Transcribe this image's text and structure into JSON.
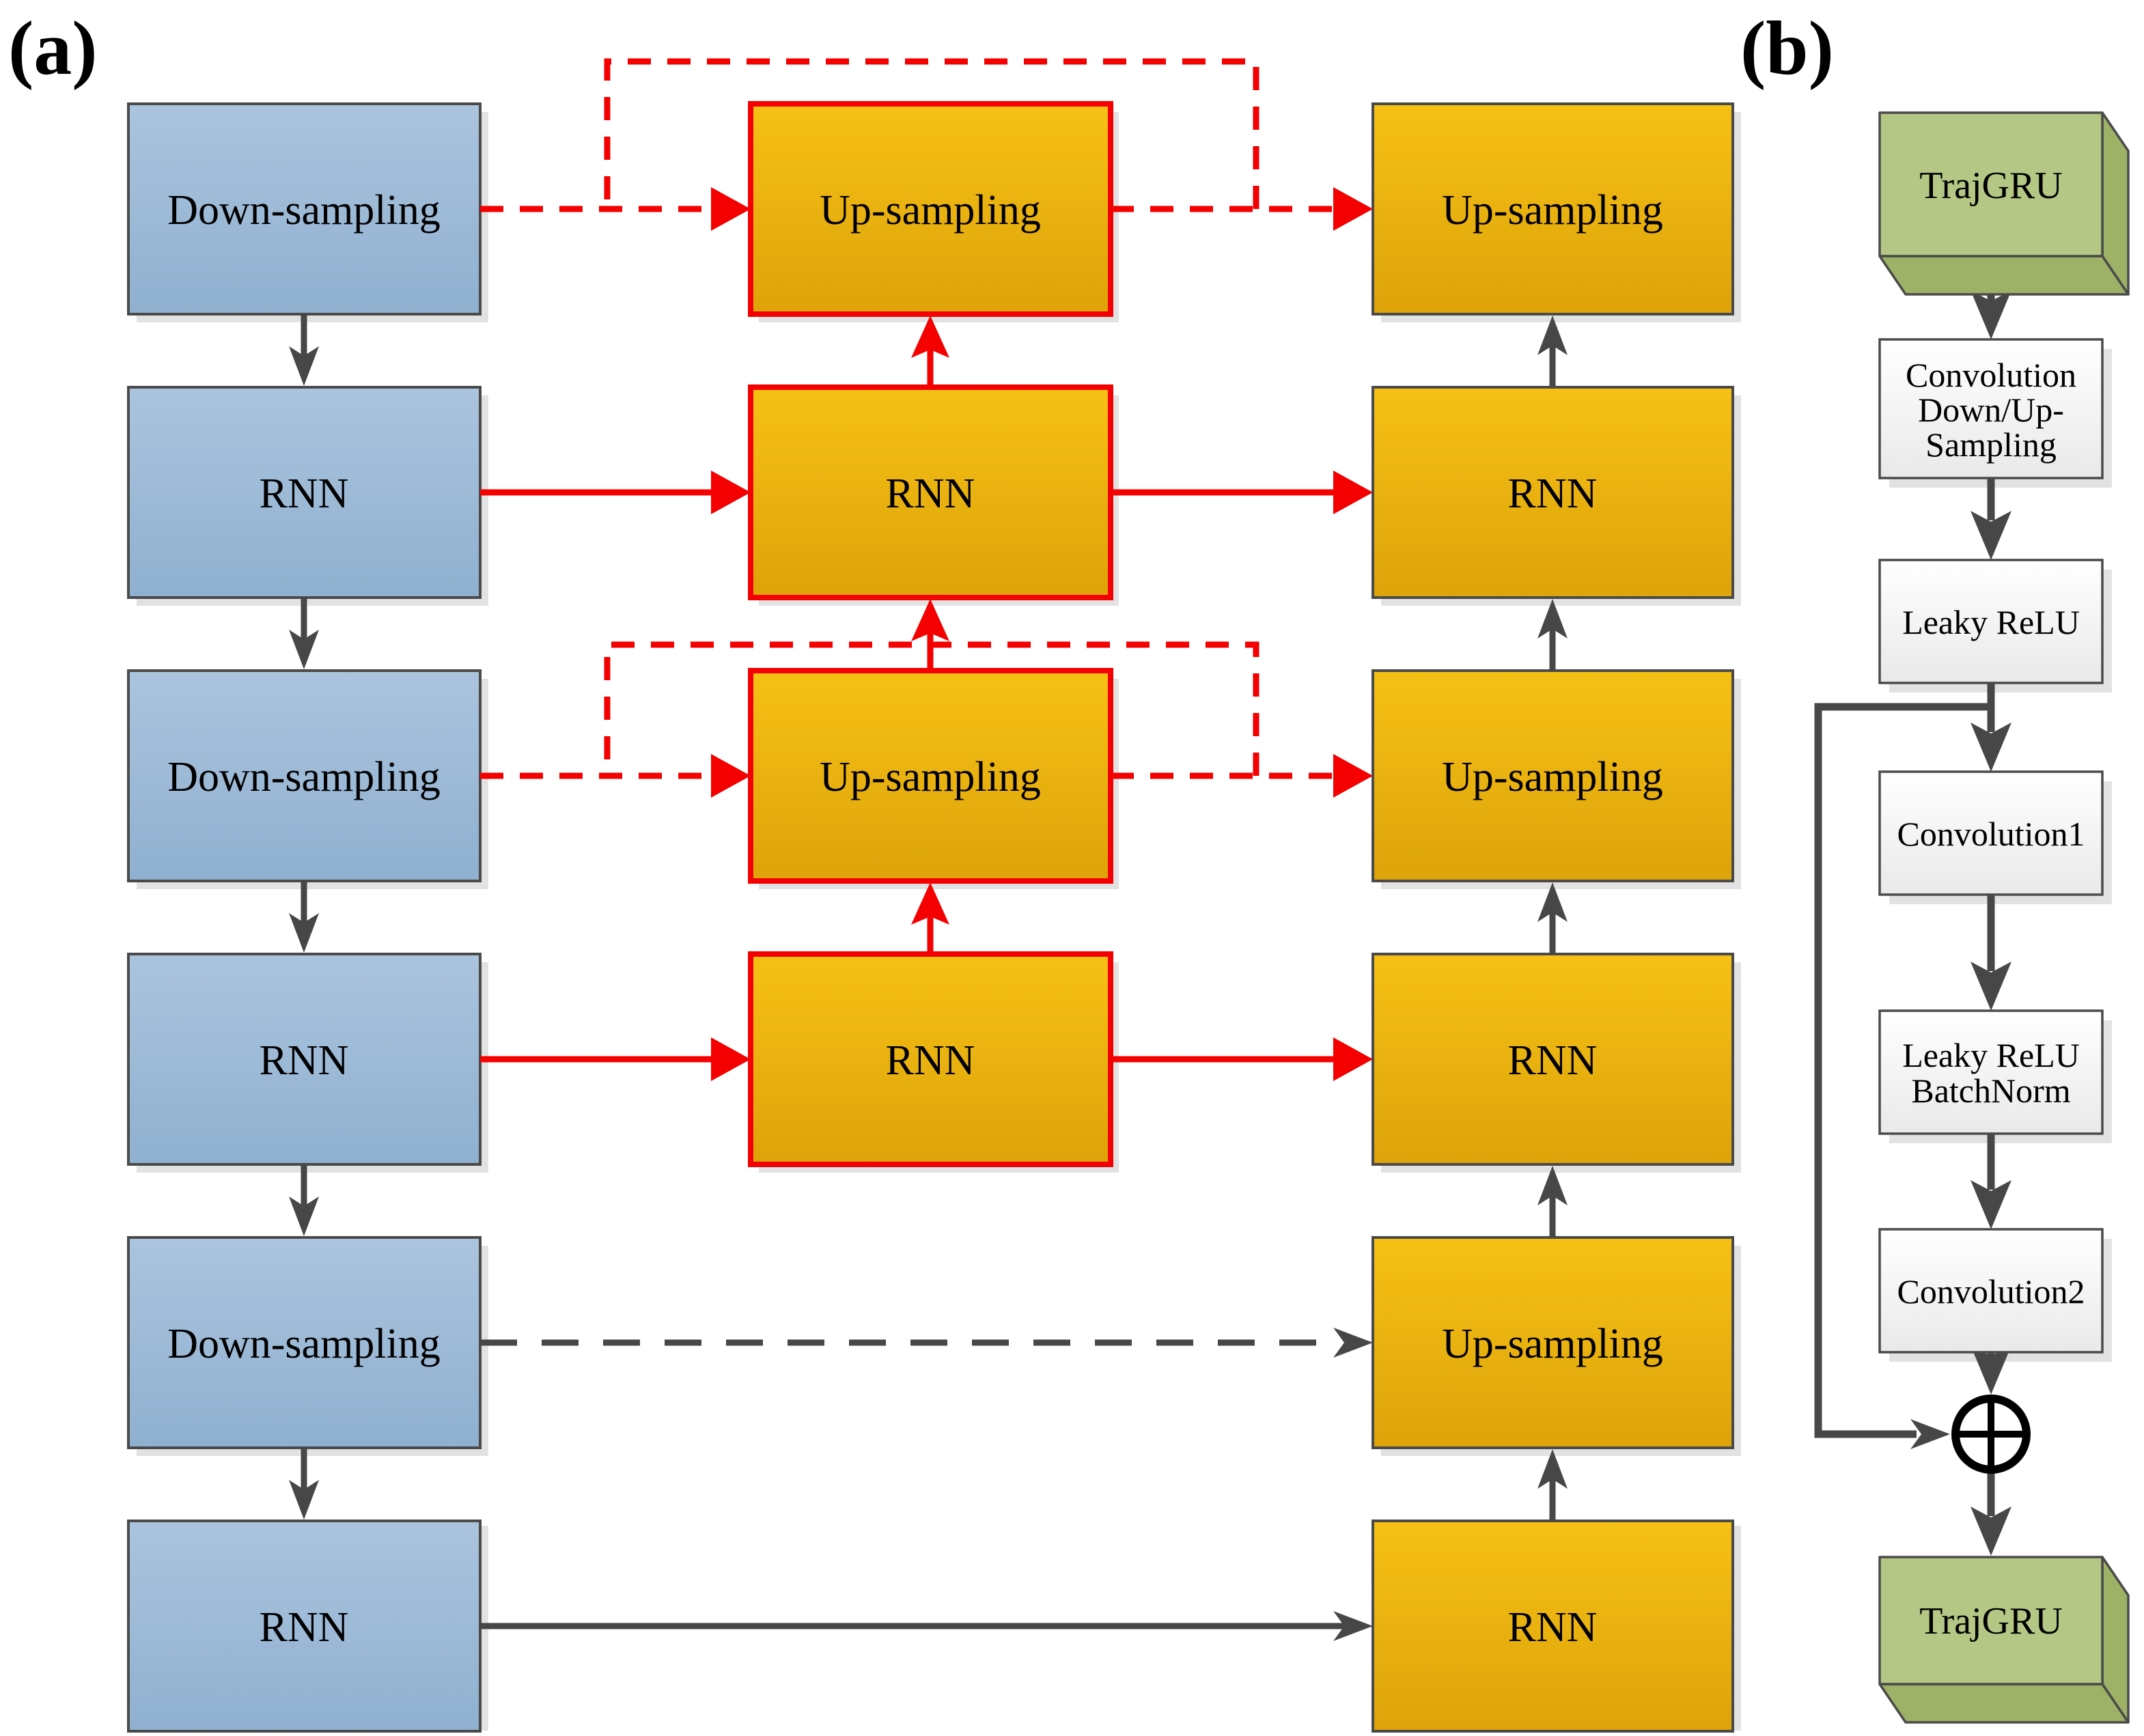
{
  "figure": {
    "panel_a_label": "(a)",
    "panel_b_label": "(b)"
  },
  "panel_a": {
    "encoder": {
      "ds1": "Down-sampling",
      "rnn1": "RNN",
      "ds2": "Down-sampling",
      "rnn2": "RNN",
      "ds3": "Down-sampling",
      "rnn3": "RNN"
    },
    "middle": {
      "us1": "Up-sampling",
      "rnn1": "RNN",
      "us2": "Up-sampling",
      "rnn2": "RNN"
    },
    "output": {
      "us1": "Up-sampling",
      "rnn1": "RNN",
      "us2": "Up-sampling",
      "rnn2": "RNN",
      "us3": "Up-sampling",
      "rnn3": "RNN"
    }
  },
  "panel_b": {
    "trajgru_top": "TrajGRU",
    "conv_sampling_line1": "Convolution",
    "conv_sampling_line2": "Down/Up-",
    "conv_sampling_line3": "Sampling",
    "leaky_relu": "Leaky ReLU",
    "convolution1": "Convolution1",
    "leaky_relu_bn_line1": "Leaky ReLU",
    "leaky_relu_bn_line2": "BatchNorm",
    "convolution2": "Convolution2",
    "sum_symbol": "⊕",
    "trajgru_bottom": "TrajGRU"
  },
  "colors": {
    "encoder_fill_top": "#abc4de",
    "encoder_fill_bottom": "#8fb0d0",
    "gold_fill_top": "#f6c115",
    "gold_fill_bottom": "#dda30a",
    "plain_fill_top": "#ffffff",
    "plain_fill_bottom": "#e9e9e9",
    "forecaster_border": "#f40000",
    "box_border": "#4a4a4a",
    "dark_arrow": "#474747",
    "red_arrow": "#f40000",
    "trajgru_front": "#b4c785",
    "trajgru_side": "#9db266",
    "sum_icon": "#000000",
    "shadow": "#e2e2e2"
  }
}
